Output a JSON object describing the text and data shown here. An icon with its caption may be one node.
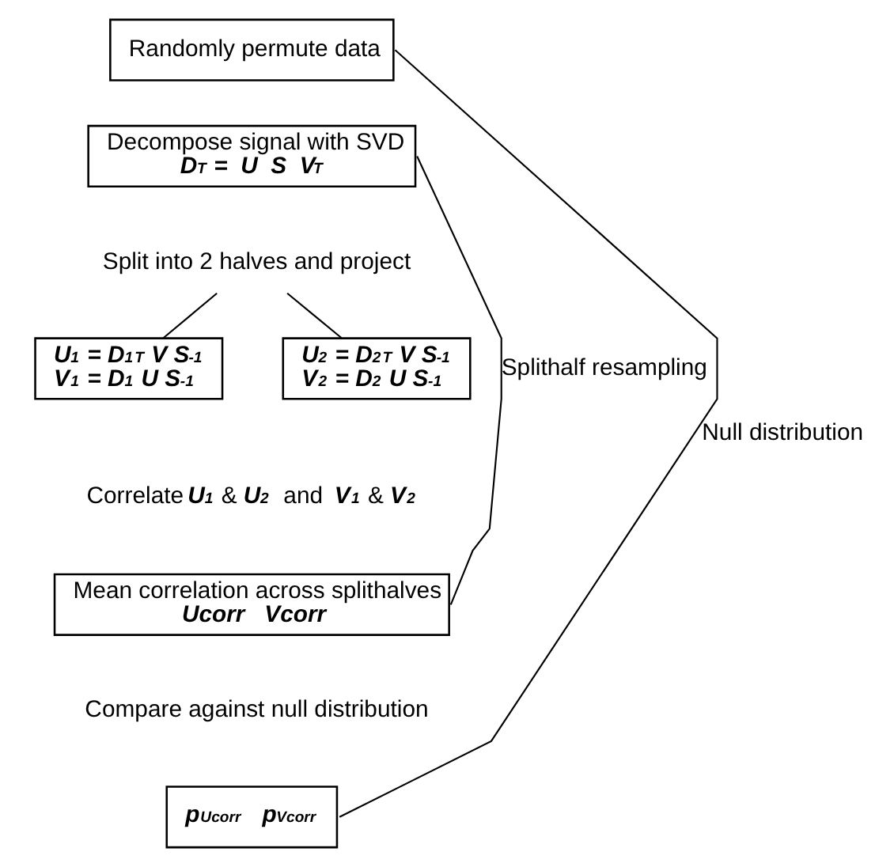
{
  "diagram": {
    "nodes": [
      {
        "text": [
          "Randomly permute data"
        ]
      },
      {
        "text": [
          "Decompose signal with SVD",
          "D$^{T}$ =  U  S  V$^{T}$"
        ]
      },
      {
        "text": [
          "Split into 2 halves and project"
        ]
      },
      {
        "text": [
          "U$_{1}$ = D$_{1}$$^{T}$ V S$^{-1}$",
          "V$_{1}$ = D$_{1}$ U S$^{-1}$"
        ]
      },
      {
        "text": [
          "U$_{2}$ = D$_{2}$$^{T}$ V S$^{-1}$",
          "V$_{2}$ = D$_{2}$ U S$^{-1}$"
        ]
      },
      {
        "text": [
          "Mean correlation across splithalves",
          "Ucorr   Vcorr"
        ]
      },
      {
        "text": [
          "p$_{Ucorr}$   p$_{Vcorr}$"
        ]
      }
    ],
    "edges": [
      {
        "from": 2,
        "to": 3,
        "arrow": "none"
      },
      {
        "from": 2,
        "to": 4,
        "arrow": "none"
      },
      {
        "from": 5,
        "to": 1,
        "arrow": "none",
        "label": "Splithalf resampling"
      },
      {
        "from": 6,
        "to": 0,
        "arrow": "none",
        "label": "Null distribution"
      }
    ],
    "labels": [
      "Correlate **U$_{1}$** & **U$_{2}$**  and  **V$_{1}$** & **V$_{2}$**",
      "Compare against null distribution"
    ]
  }
}
